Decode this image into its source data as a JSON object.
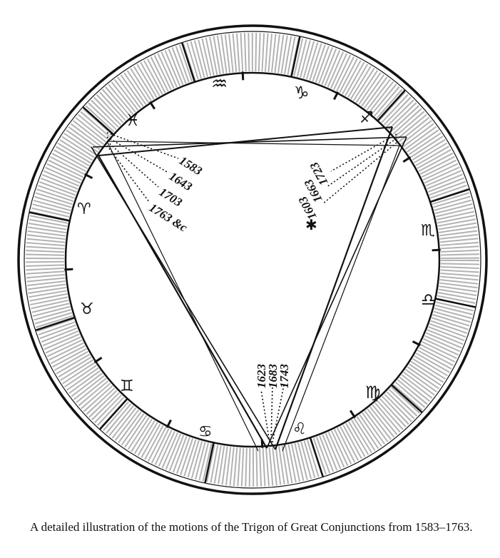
{
  "caption": "A detailed illustration of the motions of the Trigon of Great Conjunctions from 1583–1763.",
  "left_vertex_years": [
    "1583",
    "1643",
    "1703",
    "1763 &c"
  ],
  "right_vertex_years": [
    "1603",
    "1663",
    "1723"
  ],
  "bottom_vertex_years": [
    "1623",
    "1683",
    "1743"
  ],
  "symbols": {
    "aquarius": "♒",
    "capricorn": "♑",
    "sagittarius": "♐",
    "scorpio": "♏",
    "libra": "♎",
    "virgo": "♍",
    "leo": "♌",
    "cancer": "♋",
    "gemini": "♊",
    "taurus": "♉",
    "aries": "♈",
    "pisces": "♓",
    "star": "✱"
  }
}
